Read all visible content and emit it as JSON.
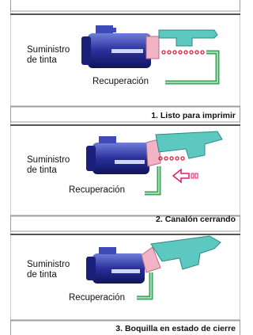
{
  "panels": [
    {
      "supply_line1": "Suministro",
      "supply_line2": "de tinta",
      "recovery": "Recuperación",
      "caption": "1. Listo para imprimir"
    },
    {
      "supply_line1": "Suministro",
      "supply_line2": "de tinta",
      "recovery": "Recuperación",
      "caption": "2. Canalón cerrando"
    },
    {
      "supply_line1": "Suministro",
      "supply_line2": "de tinta",
      "recovery": "Recuperación",
      "caption": "3. Boquilla en estado de cierre"
    }
  ],
  "colors": {
    "pump_blue": "#2a2f9c",
    "cap_teal": "#5cc8c0",
    "nozzle_pink": "#f2b4c4",
    "drops_red": "#d81b3c",
    "tube_green": "#3aa35a",
    "arrow_pink": "#e2186a"
  }
}
